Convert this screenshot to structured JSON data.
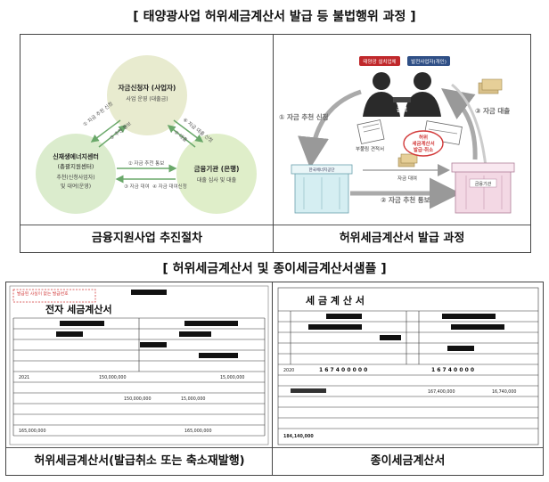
{
  "titles": {
    "top": "[ 태양광사업 허위세금계산서 발급 등 불법행위 과정 ]",
    "bottom": "[ 허위세금계산서 및 종이세금계산서샘플 ]"
  },
  "panel_a": {
    "caption": "금융지원사업 추진절차",
    "node_top": {
      "line1": "자금신청자 (사업자)",
      "line2": "사업 운영 (대출금)"
    },
    "node_left": {
      "line1": "신재생에너지센터",
      "line2": "(총괄지원센터)",
      "line3": "추천(신청사업자)",
      "line4": "및 대여(운영)"
    },
    "node_right": {
      "line1": "금융기관 (은행)",
      "line2": "대출 심사 및 대출"
    },
    "steps": {
      "s1": "① 자금 추천 신청",
      "s5": "⑤ 추천 통보",
      "s6": "⑥ 자금 대출 신청",
      "s7": "⑦ 대출",
      "s2": "② 자금 추천 통보",
      "s3": "③ 자금 대여",
      "s4": "④ 자금 대여신청"
    }
  },
  "panel_b": {
    "caption": "허위세금계산서 발급 과정",
    "label_left_person": "태양광 설치업체",
    "label_right_person": "발전사업자(개인)",
    "conspiracy": "공모",
    "step1": "① 자금 추천 신청",
    "step2": "② 자금 추천 통보",
    "step3": "③ 자금 대출",
    "doc_label": "부풀림 견적서",
    "stamp_line1": "허위",
    "stamp_line2": "세금계산서",
    "stamp_line3": "발급·취소",
    "loan_label": "자금 대여",
    "box_left": "한국에너지공단",
    "box_right": "금융기관"
  },
  "panel_c": {
    "caption": "허위세금계산서(발급취소 또는 축소재발행)",
    "header_note": "발급된 사실이 없는 발급번호",
    "doc_title": "전자 세금계산서",
    "amount1": "150,000,000",
    "tax1": "15,000,000",
    "total": "165,000,000",
    "date": "2021",
    "supply_amount": "150,000,000",
    "supply_tax": "15,000,000",
    "cash": "165,000,000"
  },
  "panel_d": {
    "caption": "종이세금계산서",
    "doc_title": "세 금 계 산 서",
    "amount_row": "1 6 7 4 0 0 0 0 0",
    "tax_row": "1 6 7 4 0 0 0 0",
    "line_amount": "167,400,000",
    "line_tax": "16,740,000",
    "total": "184,140,000",
    "year": "2020"
  }
}
